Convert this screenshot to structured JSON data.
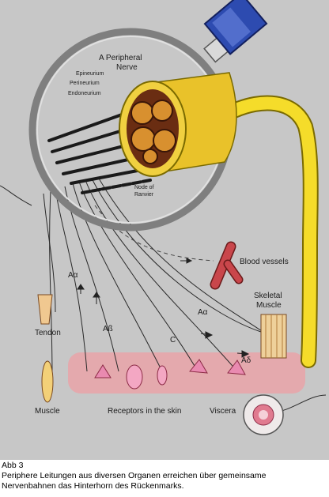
{
  "diagram": {
    "inset": {
      "title_line1": "A Peripheral",
      "title_line2": "Nerve",
      "layers": [
        "Epineurium",
        "Perineurium",
        "Endoneurium"
      ],
      "node_line1": "Node of",
      "node_line2": "Ranvier"
    },
    "labels": {
      "blood_vessels": "Blood vessels",
      "skeletal_line1": "Skeletal",
      "skeletal_line2": "Muscle",
      "a_alpha": "Aα",
      "a_beta": "Aß",
      "c_fiber": "C",
      "a_delta": "Aδ",
      "tendon": "Tendon",
      "muscle": "Muscle",
      "receptors": "Receptors in the skin",
      "viscera": "Viscera"
    }
  },
  "caption": {
    "title": "Abb 3",
    "line1": "Periphere Leitungen aus diversen Organen erreichen über gemeinsame",
    "line2": "Nervenbahnen das Hinterhorn des Rückenmarks."
  }
}
